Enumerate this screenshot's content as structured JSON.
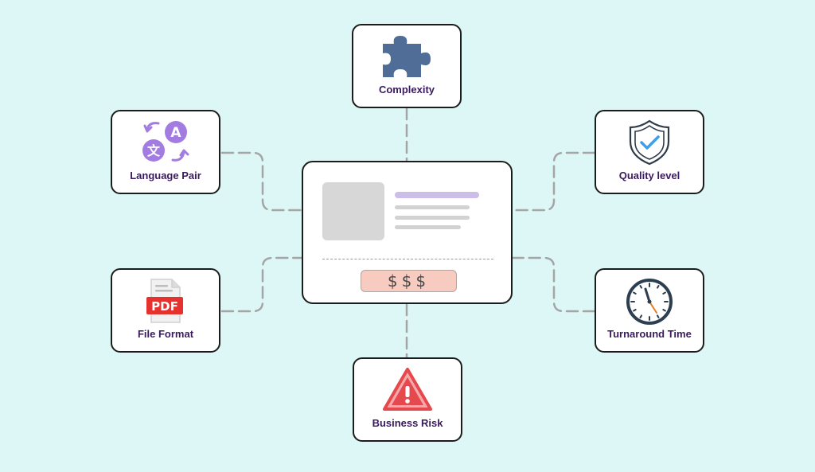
{
  "nodes": {
    "complexity": {
      "label": "Complexity",
      "icon": "puzzle-piece-icon"
    },
    "language_pair": {
      "label": "Language Pair",
      "icon": "translate-icon",
      "glyphs": [
        "A",
        "文"
      ]
    },
    "quality_level": {
      "label": "Quality level",
      "icon": "shield-check-icon"
    },
    "file_format": {
      "label": "File Format",
      "icon": "pdf-file-icon",
      "badge": "PDF"
    },
    "turnaround_time": {
      "label": "Turnaround Time",
      "icon": "clock-icon"
    },
    "business_risk": {
      "label": "Business Risk",
      "icon": "warning-triangle-icon"
    }
  },
  "center_card": {
    "price": "$$$"
  },
  "colors": {
    "background": "#ddf7f6",
    "label_text": "#3a1a5e",
    "puzzle": "#4f6d97",
    "translate": "#a27ce0",
    "shield": "#3f9ee8",
    "pdf": "#e6322e",
    "warning": "#e5484d",
    "price_fill": "#f7cbbf",
    "connector": "#a5a5a5"
  }
}
